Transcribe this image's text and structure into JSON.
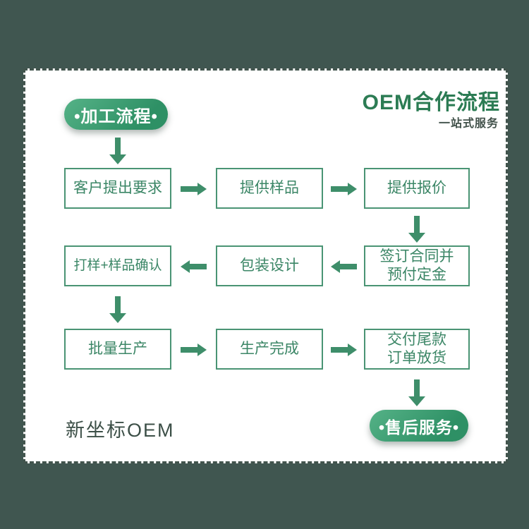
{
  "header": {
    "title": "OEM合作流程",
    "subtitle": "一站式服务"
  },
  "badges": {
    "start": "•加工流程•",
    "end": "•售后服务•"
  },
  "flow": {
    "row1": [
      "客户提出要求",
      "提供样品",
      "提供报价"
    ],
    "row2": [
      "打样+样品确认",
      "包装设计",
      "签订合同并\n预付定金"
    ],
    "row3": [
      "批量生产",
      "生产完成",
      "交付尾款\n订单放货"
    ]
  },
  "footer": {
    "brand": "新坐标OEM"
  },
  "colors": {
    "background": "#405650",
    "card_background": "#ffffff",
    "card_border": "#42544d",
    "accent_green": "#3e8e6a",
    "box_border": "#4a9474",
    "box_text": "#3b8666",
    "title_green": "#2c7c54",
    "badge_gradient_start": "#55b287",
    "badge_gradient_end": "#2e9065",
    "dark_text": "#3c4f47"
  }
}
